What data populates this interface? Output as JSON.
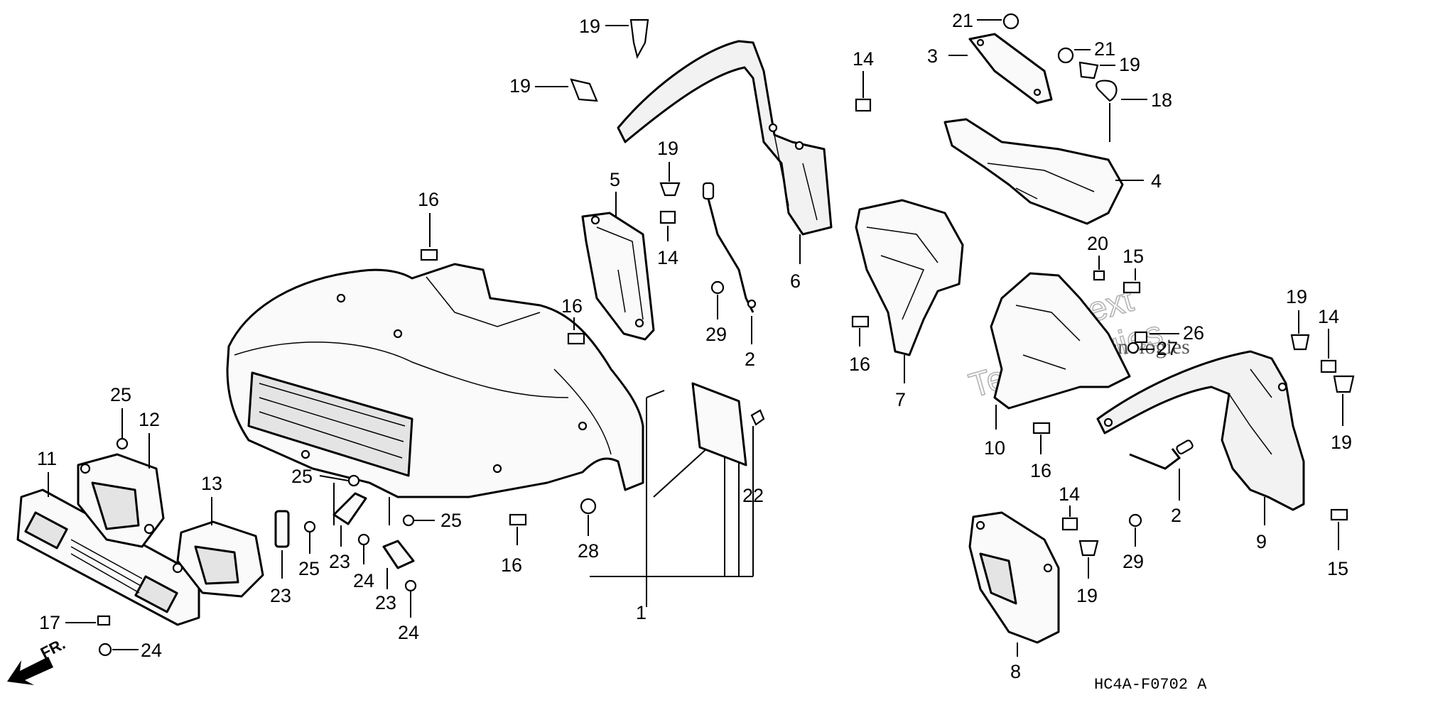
{
  "diagram_code": "HC4A-F0702 A",
  "direction_marker": "FR.",
  "watermark": {
    "line1": "vNext",
    "line2": "Technologies",
    "caption": "vNext Technologies"
  },
  "callouts": {
    "c1": "1",
    "c2a": "2",
    "c2b": "2",
    "c3": "3",
    "c4": "4",
    "c5": "5",
    "c6": "6",
    "c7": "7",
    "c8": "8",
    "c9": "9",
    "c10": "10",
    "c11": "11",
    "c12": "12",
    "c13": "13",
    "c14a": "14",
    "c14b": "14",
    "c14c": "14",
    "c14d": "14",
    "c15a": "15",
    "c15b": "15",
    "c16a": "16",
    "c16b": "16",
    "c16c": "16",
    "c16d": "16",
    "c16e": "16",
    "c17": "17",
    "c18": "18",
    "c19a": "19",
    "c19b": "19",
    "c19c": "19",
    "c19d": "19",
    "c19e": "19",
    "c19f": "19",
    "c19g": "19",
    "c20": "20",
    "c21a": "21",
    "c21b": "21",
    "c22": "22",
    "c23a": "23",
    "c23b": "23",
    "c23c": "23",
    "c24a": "24",
    "c24b": "24",
    "c24c": "24",
    "c25a": "25",
    "c25b": "25",
    "c25c": "25",
    "c25d": "25",
    "c26": "26",
    "c27": "27",
    "c28": "28",
    "c29a": "29",
    "c29b": "29"
  }
}
